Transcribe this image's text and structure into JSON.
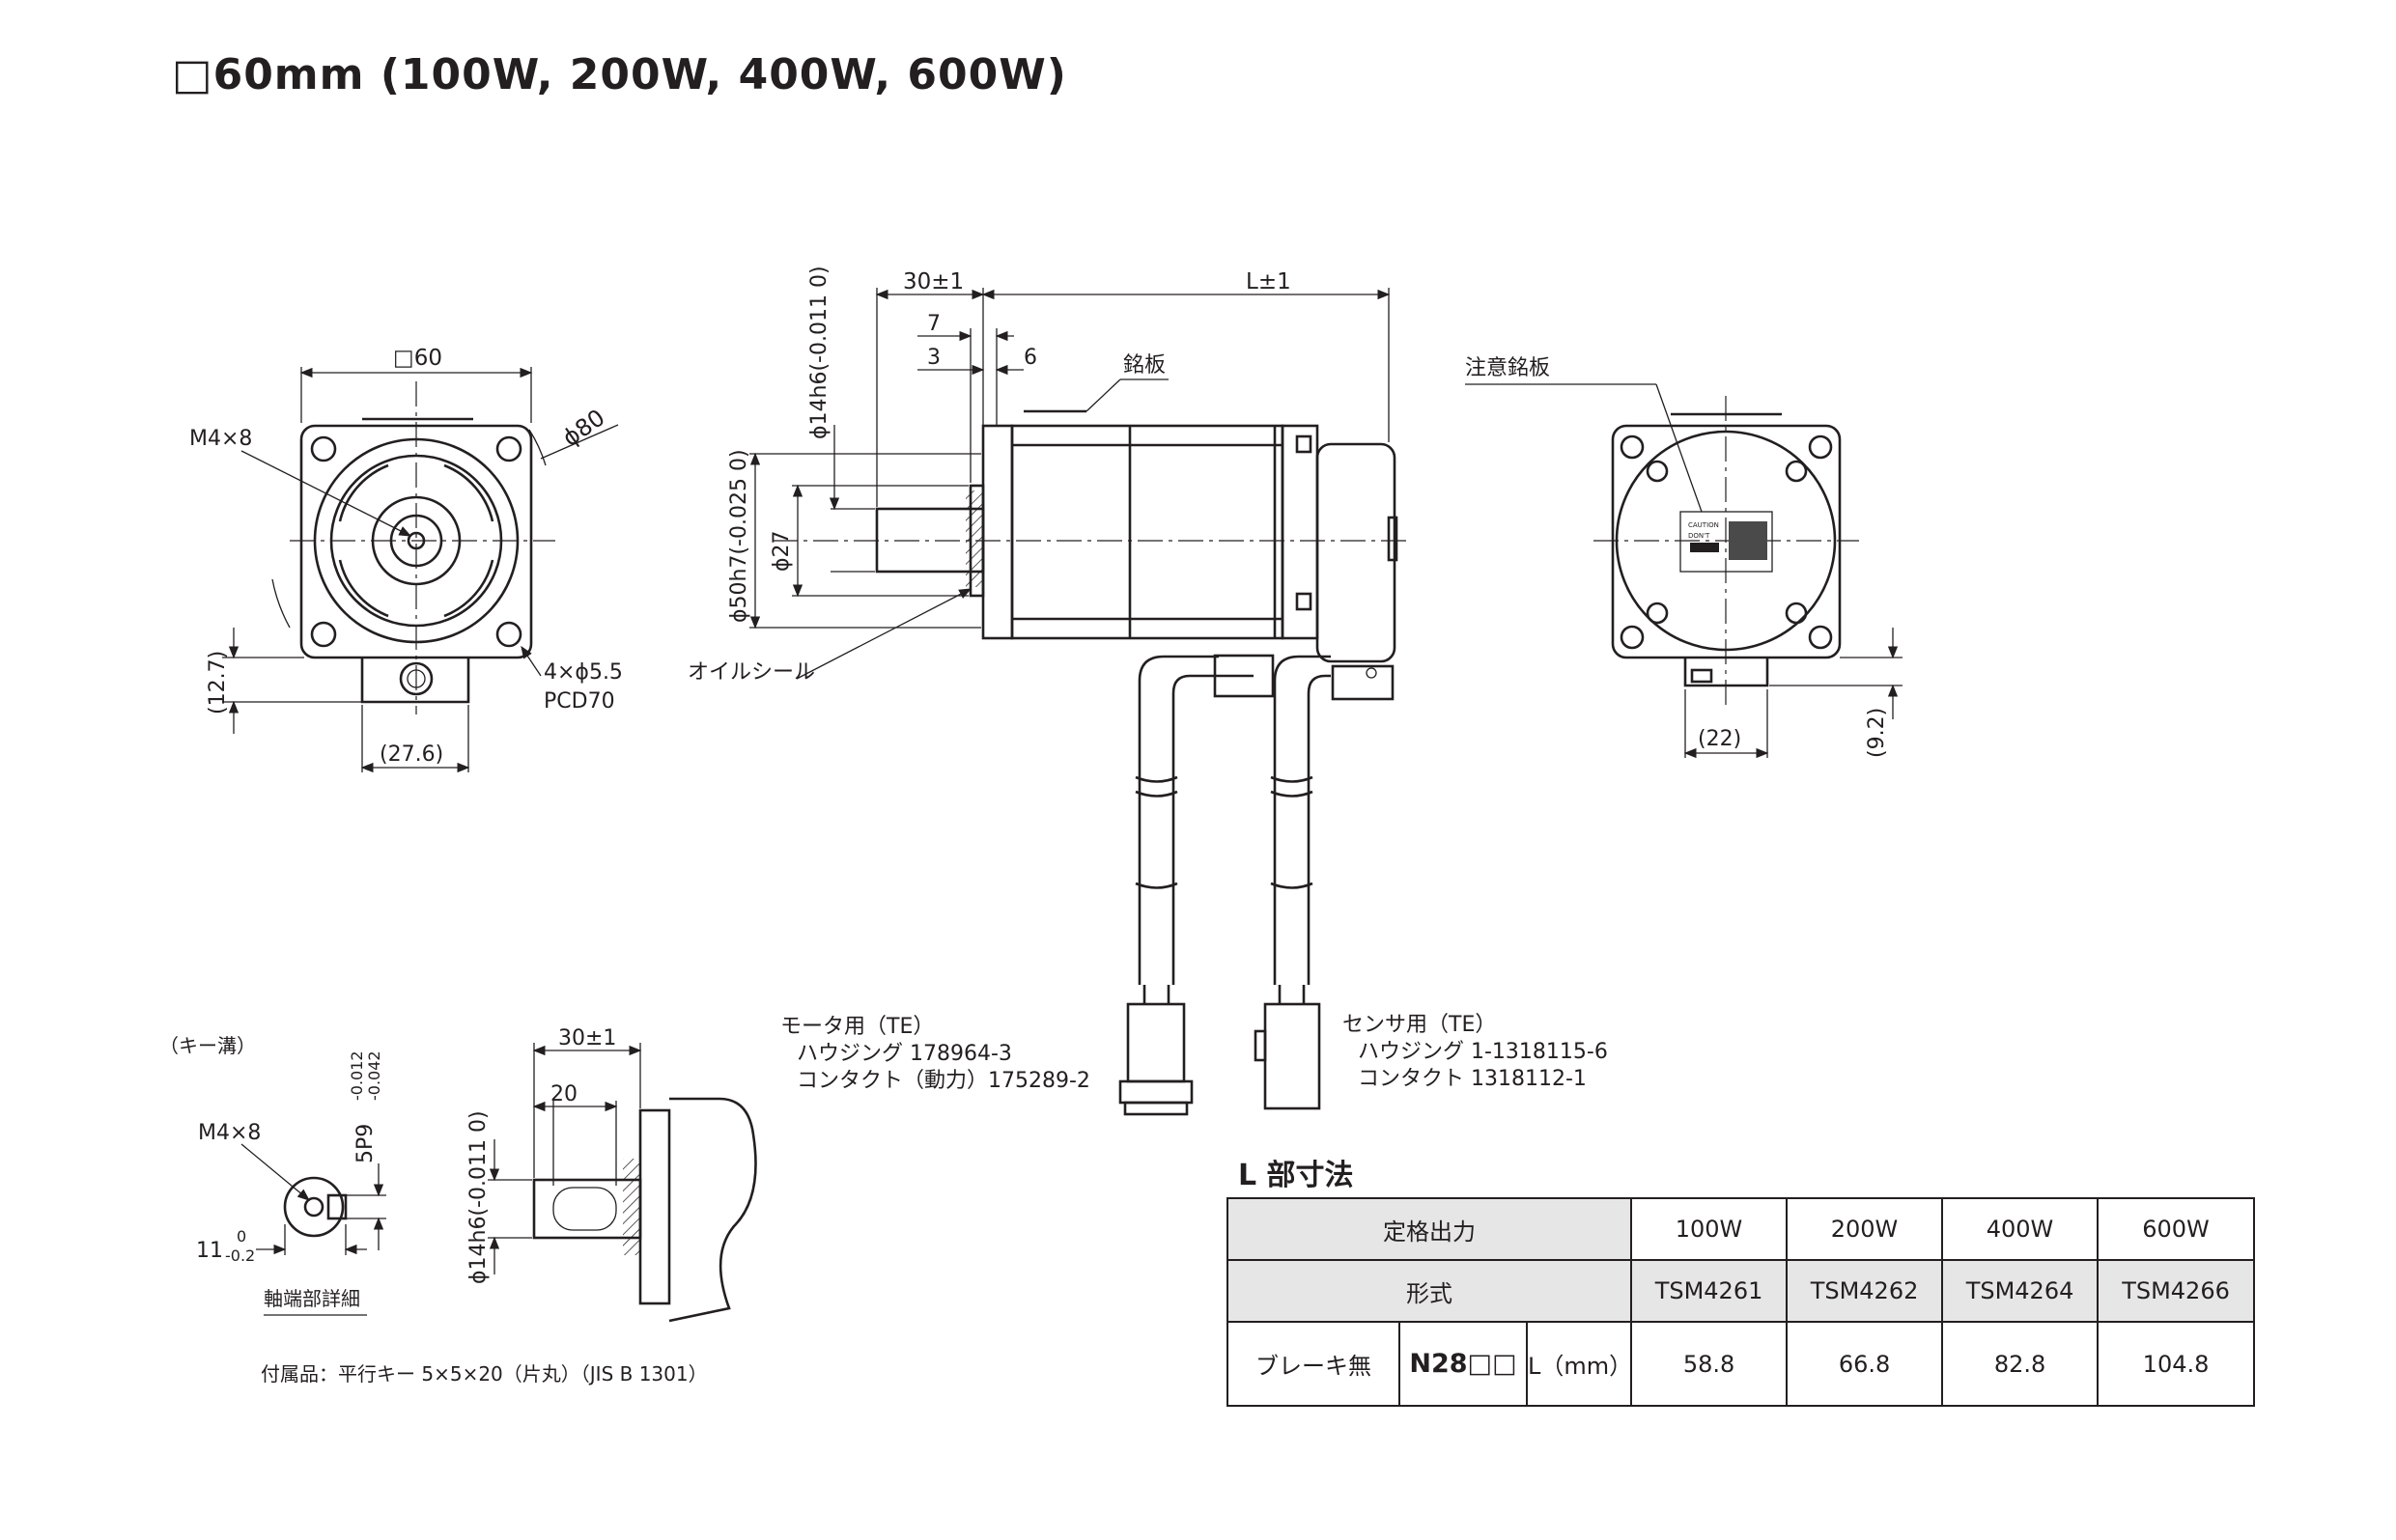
{
  "title": "□60mm (100W, 200W, 400W, 600W)",
  "front_view": {
    "square": "□60",
    "tap": "M4×8",
    "pilot": "ϕ80",
    "holes": "4×ϕ5.5",
    "pcd": "PCD70",
    "conn_height": "(12.7)",
    "conn_width": "(27.6)"
  },
  "side_view": {
    "shaft_len": "30±1",
    "body_len": "L±1",
    "d7": "7",
    "d3": "3",
    "d6": "6",
    "shaft_dia": "ϕ14h6(-0.011 0)",
    "pilot_dia": "ϕ50h7(-0.025 0)",
    "dim27": "ϕ27",
    "nameplate": "銘板",
    "oil_seal": "オイルシール"
  },
  "rear_view": {
    "caution_plate": "注意銘板",
    "conn_width": "(22)",
    "conn_height": "(9.2)",
    "plate_text_1": "CAUTION",
    "plate_text_2": "DON'T"
  },
  "motor_connector": {
    "line1": "モータ用（TE）",
    "line2": "ハウジング 178964-3",
    "line3": "コンタクト（動力）175289-2"
  },
  "sensor_connector": {
    "line1": "センサ用（TE）",
    "line2": "ハウジング 1-1318115-6",
    "line3": "コンタクト 1318112-1"
  },
  "shaft_detail": {
    "key_label": "（キー溝）",
    "tap": "M4×8",
    "key_width": "5P9",
    "key_width_tol_upper": "-0.012",
    "key_width_tol_lower": "-0.042",
    "key_depth": "11",
    "key_depth_tol_upper": "0",
    "key_depth_tol_lower": "-0.2",
    "caption": "軸端部詳細",
    "shaft_len": "30±1",
    "key_len": "20",
    "shaft_dia": "ϕ14h6(-0.011 0)"
  },
  "accessory": "付属品：平行キー 5×5×20（片丸）（JIS B 1301）",
  "spec_table": {
    "title": "L 部寸法",
    "header_output": "定格出力",
    "header_model": "形式",
    "outputs": [
      "100W",
      "200W",
      "400W",
      "600W"
    ],
    "models": [
      "TSM4261",
      "TSM4262",
      "TSM4264",
      "TSM4266"
    ],
    "brake_label": "ブレーキ無",
    "code": "N28□□",
    "l_label": "L（mm）",
    "lengths": [
      "58.8",
      "66.8",
      "82.8",
      "104.8"
    ]
  }
}
